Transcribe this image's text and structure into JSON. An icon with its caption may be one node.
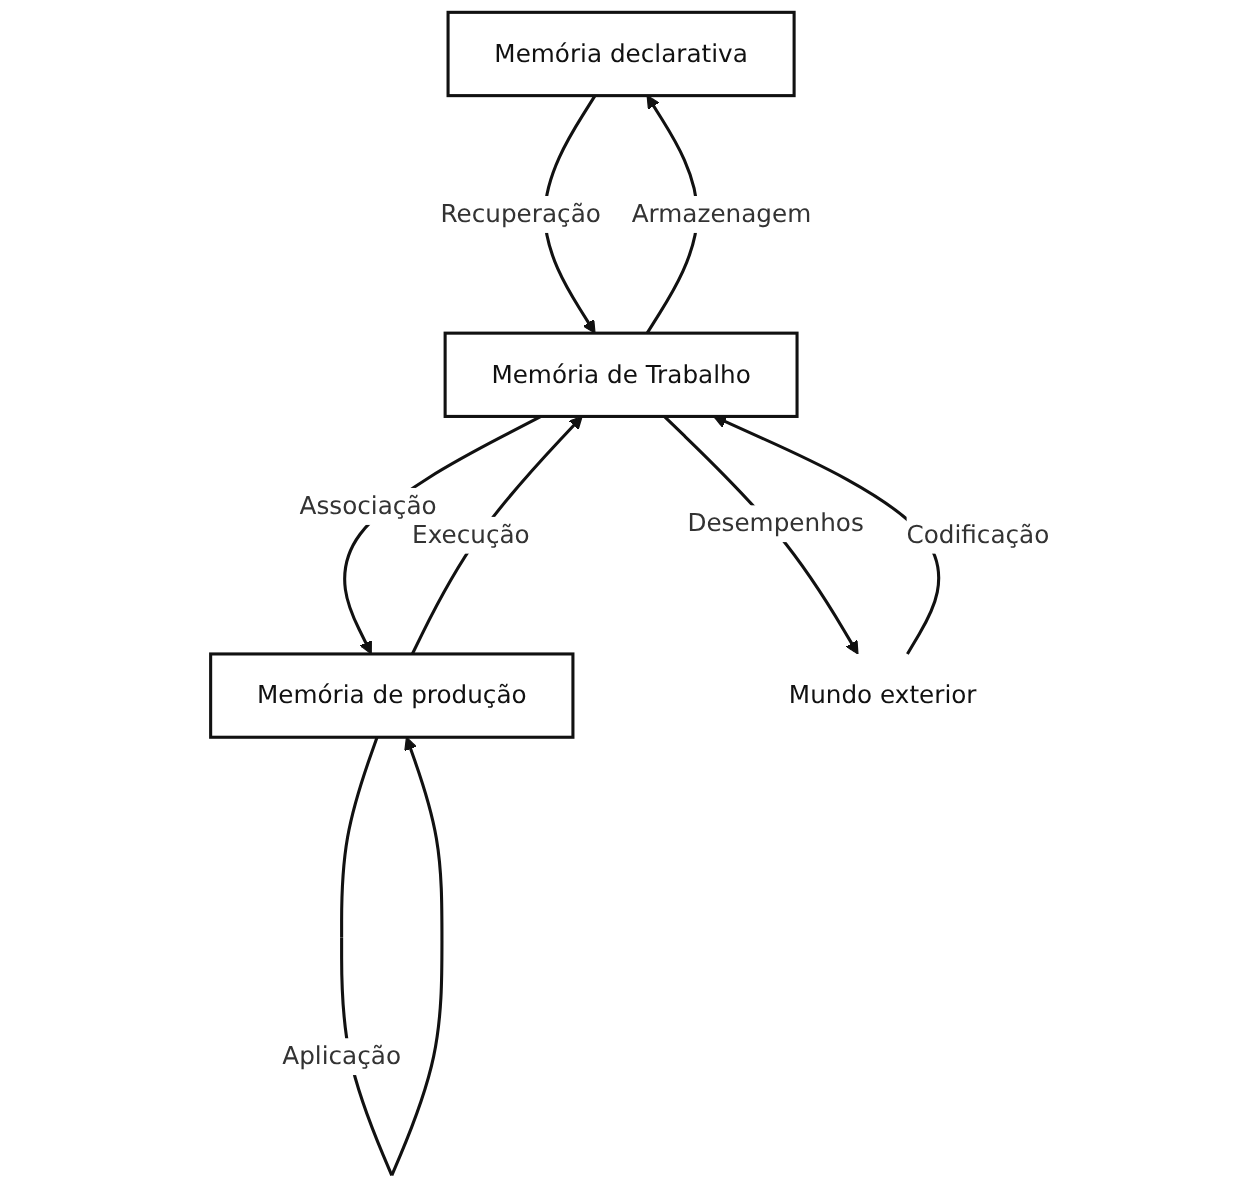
{
  "diagram": {
    "nodes": [
      {
        "text": [
          "Memória declarativa"
        ]
      },
      {
        "text": [
          "Memória de produção"
        ]
      },
      {
        "text": [
          "Memória de Trabalho"
        ]
      },
      {
        "text": [
          "Mundo exterior"
        ]
      }
    ],
    "edges": [
      {
        "from": 1,
        "to": 1,
        "arrow": "to",
        "label": "Aplicação"
      },
      {
        "from": 0,
        "to": 2,
        "arrow": "to",
        "label": "Recuperação"
      },
      {
        "from": 1,
        "to": 2,
        "arrow": "to",
        "label": "Execução"
      },
      {
        "from": 2,
        "to": 0,
        "arrow": "to",
        "label": "Armazenagem"
      },
      {
        "from": 2,
        "to": 1,
        "arrow": "to",
        "label": "Associação"
      },
      {
        "from": 2,
        "to": 3,
        "arrow": "to",
        "label": "Desempenhos"
      },
      {
        "from": 3,
        "to": 2,
        "arrow": "to",
        "label": "Codificação"
      }
    ]
  }
}
